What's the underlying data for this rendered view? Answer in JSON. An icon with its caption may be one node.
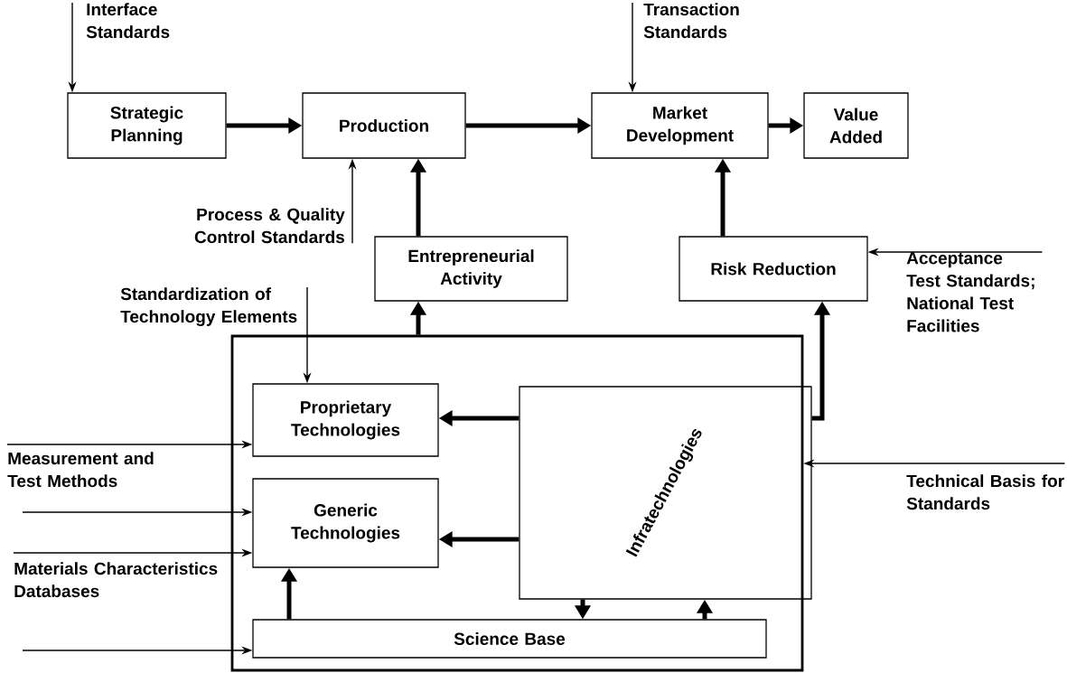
{
  "diagram": {
    "nodes": [
      {
        "text": [
          "Strategic Planning"
        ]
      },
      {
        "text": [
          "Production"
        ]
      },
      {
        "text": [
          "Market Development"
        ]
      },
      {
        "text": [
          "Value Added"
        ]
      },
      {
        "text": [
          "Entrepreneurial Activity"
        ]
      },
      {
        "text": [
          "Risk Reduction"
        ]
      },
      {
        "text": [],
        "shape": "box"
      },
      {
        "text": [
          "Proprietary Technologies"
        ],
        "in": 6
      },
      {
        "text": [
          "Generic Technologies"
        ],
        "in": 6
      },
      {
        "text": [
          "Infratechnologies"
        ],
        "in": 6
      },
      {
        "text": [
          "Science Base"
        ],
        "in": 6
      },
      {
        "text": [
          "Interface Standards"
        ]
      },
      {
        "text": [
          "Transaction Standards"
        ]
      },
      {
        "text": [
          "Process & Quality Control Standards"
        ]
      },
      {
        "text": [
          "Standardization of Technology Elements"
        ]
      },
      {
        "text": [
          "Acceptance Test Standards; National Test Facilities"
        ]
      },
      {
        "text": [
          "Technical Basis for Standards"
        ]
      },
      {
        "text": [
          "Measurement and Test Methods"
        ]
      },
      {
        "text": [
          "Materials Characteristics Databases"
        ]
      }
    ],
    "edges": [
      {
        "from": 11,
        "to": 0,
        "arrow": "to"
      },
      {
        "from": 13,
        "to": 1,
        "arrow": "to"
      },
      {
        "from": 12,
        "to": 2,
        "arrow": "to"
      },
      {
        "from": 0,
        "to": 1,
        "arrow": "to"
      },
      {
        "from": 1,
        "to": 2,
        "arrow": "to"
      },
      {
        "from": 2,
        "to": 3,
        "arrow": "to"
      },
      {
        "from": 4,
        "to": 1,
        "arrow": "to"
      },
      {
        "from": 5,
        "to": 2,
        "arrow": "to"
      },
      {
        "from": 15,
        "to": 5,
        "arrow": "to"
      },
      {
        "from": 14,
        "to": 7,
        "arrow": "to"
      },
      {
        "from": 6,
        "to": 4,
        "arrow": "to"
      },
      {
        "from": 16,
        "to": 6,
        "arrow": "to"
      },
      {
        "from": 9,
        "to": 7,
        "arrow": "to"
      },
      {
        "from": 9,
        "to": 5,
        "arrow": "to"
      },
      {
        "from": 17,
        "to": 7,
        "arrow": "to"
      },
      {
        "from": 9,
        "to": 8,
        "arrow": "to"
      },
      {
        "from": null,
        "to": 8,
        "arrow": "to"
      },
      {
        "from": 18,
        "to": 8,
        "arrow": "to"
      },
      {
        "from": null,
        "to": 10,
        "arrow": "to"
      },
      {
        "from": 10,
        "to": 8,
        "arrow": "to"
      },
      {
        "from": 9,
        "to": 10,
        "arrow": "to"
      },
      {
        "from": 10,
        "to": 9,
        "arrow": "to"
      }
    ]
  }
}
